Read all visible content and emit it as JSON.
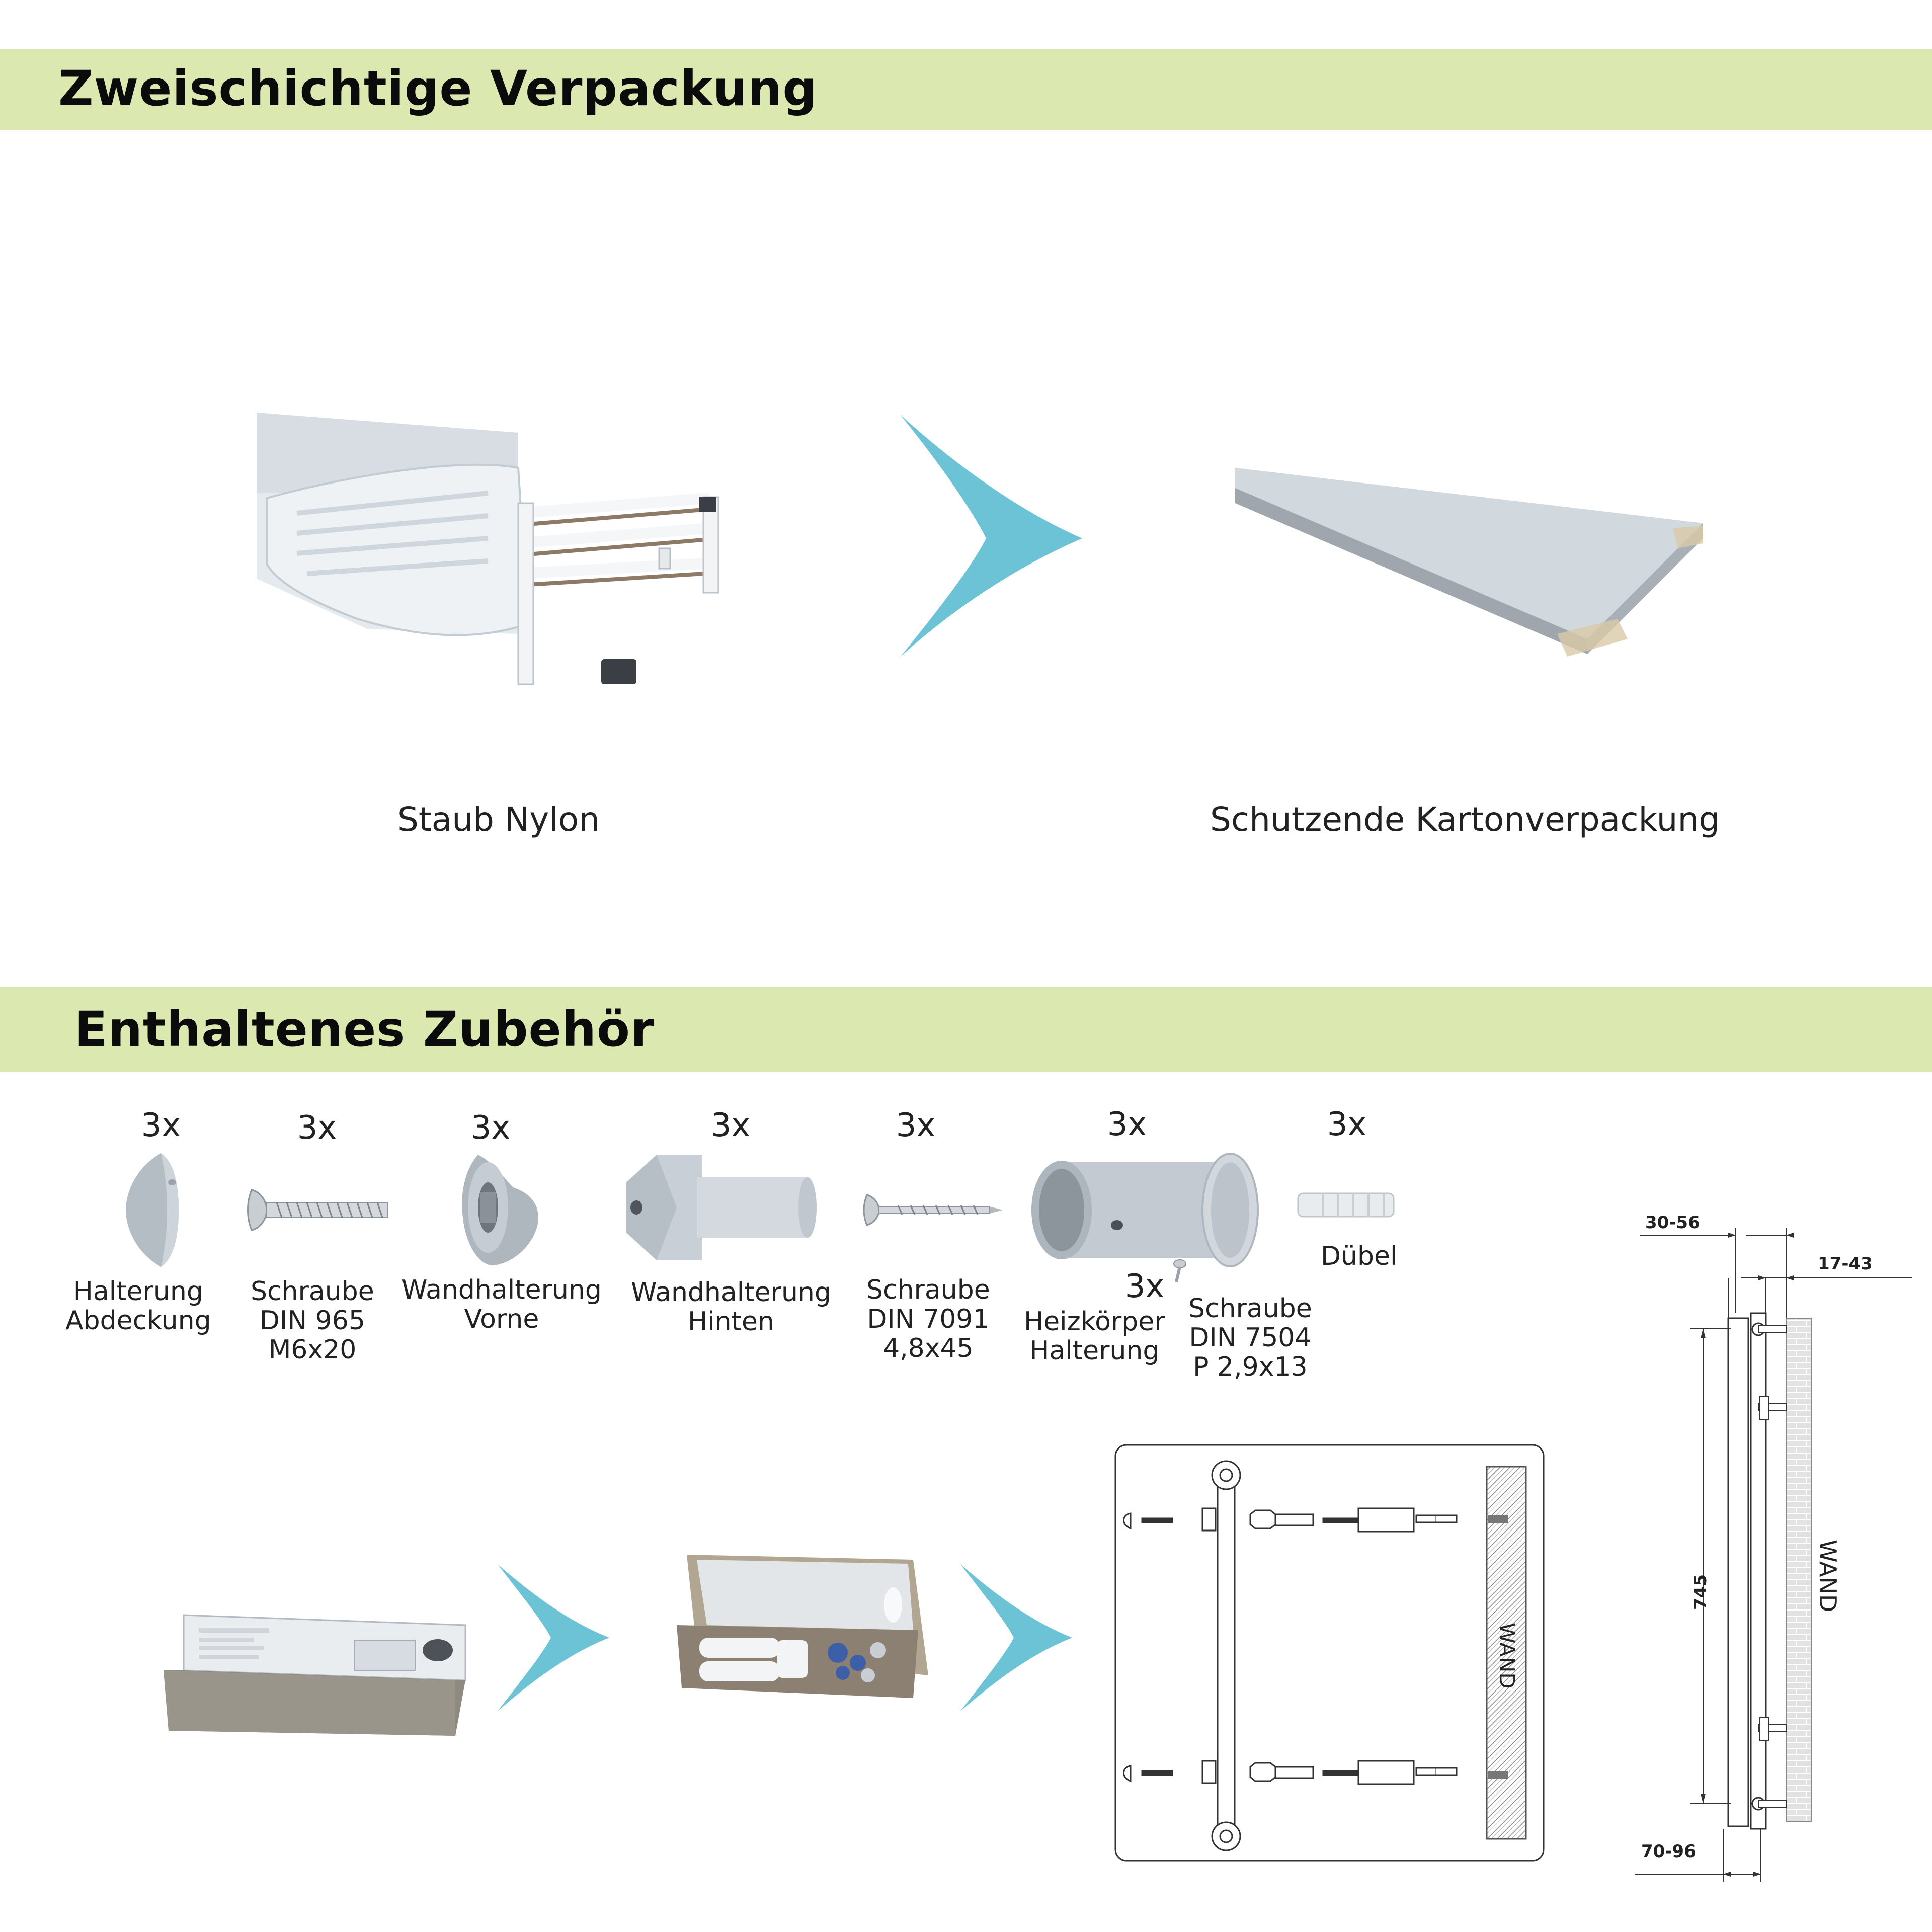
{
  "section_packaging": {
    "title": "Zweischichtige Verpackung",
    "caption_left": "Staub Nylon",
    "caption_right": "Schutzende Kartonverpackung"
  },
  "section_accessories": {
    "title": "Enthaltenes Zubehör",
    "items": [
      {
        "qty": "3x",
        "lines": [
          "Halterung",
          "Abdeckung"
        ]
      },
      {
        "qty": "3x",
        "lines": [
          "Schraube",
          "DIN 965",
          "M6x20"
        ]
      },
      {
        "qty": "3x",
        "lines": [
          "Wandhalterung",
          "Vorne"
        ]
      },
      {
        "qty": "3x",
        "lines": [
          "Wandhalterung",
          "Hinten"
        ]
      },
      {
        "qty": "3x",
        "lines": [
          "Schraube",
          "DIN 7091",
          "4,8x45"
        ]
      },
      {
        "qty": "3x",
        "lines": [
          "Heizkörper",
          "Halterung"
        ]
      },
      {
        "qty": "3x",
        "lines": [
          "Dübel"
        ]
      },
      {
        "qty": "3x",
        "lines": [
          "Schraube",
          "DIN 7504",
          "P 2,9x13"
        ]
      }
    ]
  },
  "diagram": {
    "wall_label": "WAND",
    "dim_top": "30-56",
    "dim_right": "17-43",
    "dim_height": "745",
    "dim_bottom": "70-96",
    "wall_label_side": "WAND"
  },
  "colors": {
    "band": "#dbe8b0",
    "arrow": "#6cc3d6"
  }
}
